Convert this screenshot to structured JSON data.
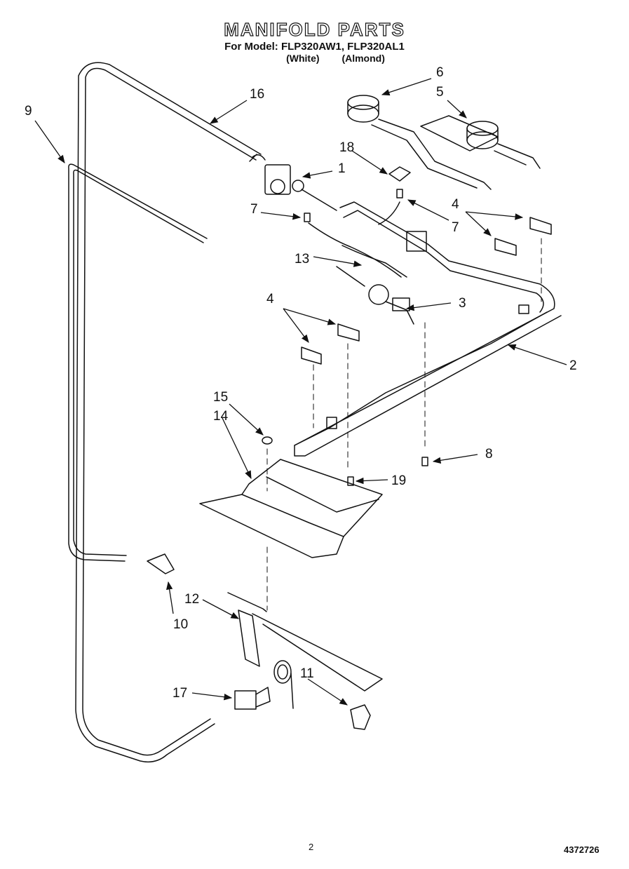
{
  "header": {
    "title": "MANIFOLD PARTS",
    "model_line": "For Model: FLP320AW1, FLP320AL1",
    "color_white": "(White)",
    "color_almond": "(Almond)"
  },
  "callouts": [
    {
      "id": "c1",
      "label": "1"
    },
    {
      "id": "c2",
      "label": "2"
    },
    {
      "id": "c3",
      "label": "3"
    },
    {
      "id": "c4a",
      "label": "4"
    },
    {
      "id": "c4b",
      "label": "4"
    },
    {
      "id": "c5",
      "label": "5"
    },
    {
      "id": "c6",
      "label": "6"
    },
    {
      "id": "c7a",
      "label": "7"
    },
    {
      "id": "c7b",
      "label": "7"
    },
    {
      "id": "c8",
      "label": "8"
    },
    {
      "id": "c9",
      "label": "9"
    },
    {
      "id": "c10",
      "label": "10"
    },
    {
      "id": "c11",
      "label": "11"
    },
    {
      "id": "c12",
      "label": "12"
    },
    {
      "id": "c13",
      "label": "13"
    },
    {
      "id": "c14",
      "label": "14"
    },
    {
      "id": "c15",
      "label": "15"
    },
    {
      "id": "c16",
      "label": "16"
    },
    {
      "id": "c17",
      "label": "17"
    },
    {
      "id": "c18",
      "label": "18"
    },
    {
      "id": "c19",
      "label": "19"
    }
  ],
  "footer": {
    "page_number": "2",
    "doc_code": "4372726"
  }
}
